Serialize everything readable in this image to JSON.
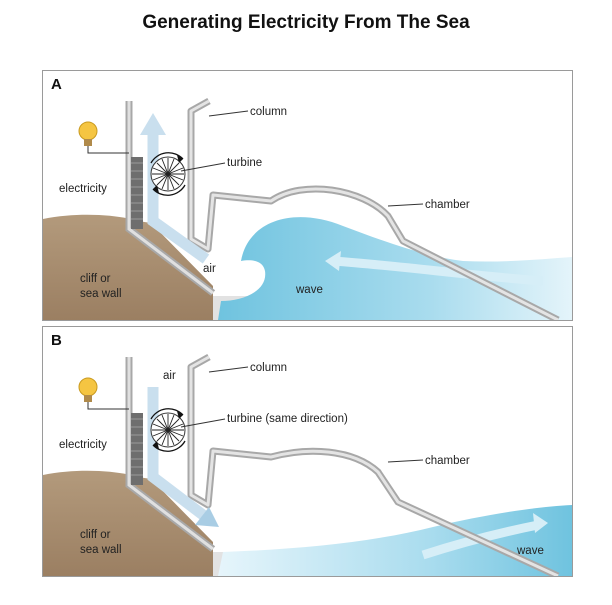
{
  "title": "Generating Electricity From The Sea",
  "panels": [
    {
      "letter": "A",
      "labels": {
        "column": "column",
        "turbine": "turbine",
        "electricity": "electricity",
        "chamber": "chamber",
        "air": "air",
        "cliff_line1": "cliff or",
        "cliff_line2": "sea wall",
        "wave": "wave"
      }
    },
    {
      "letter": "B",
      "labels": {
        "column": "column",
        "air": "air",
        "turbine": "turbine (same direction)",
        "electricity": "electricity",
        "chamber": "chamber",
        "cliff_line1": "cliff or",
        "cliff_line2": "sea wall",
        "wave": "wave"
      }
    }
  ],
  "colors": {
    "cliff": "#a58a6e",
    "water": "#a8d8ea",
    "structure": "#c8c8c8",
    "arrow": "#cfe2f0",
    "bulb": "#f5c542"
  }
}
